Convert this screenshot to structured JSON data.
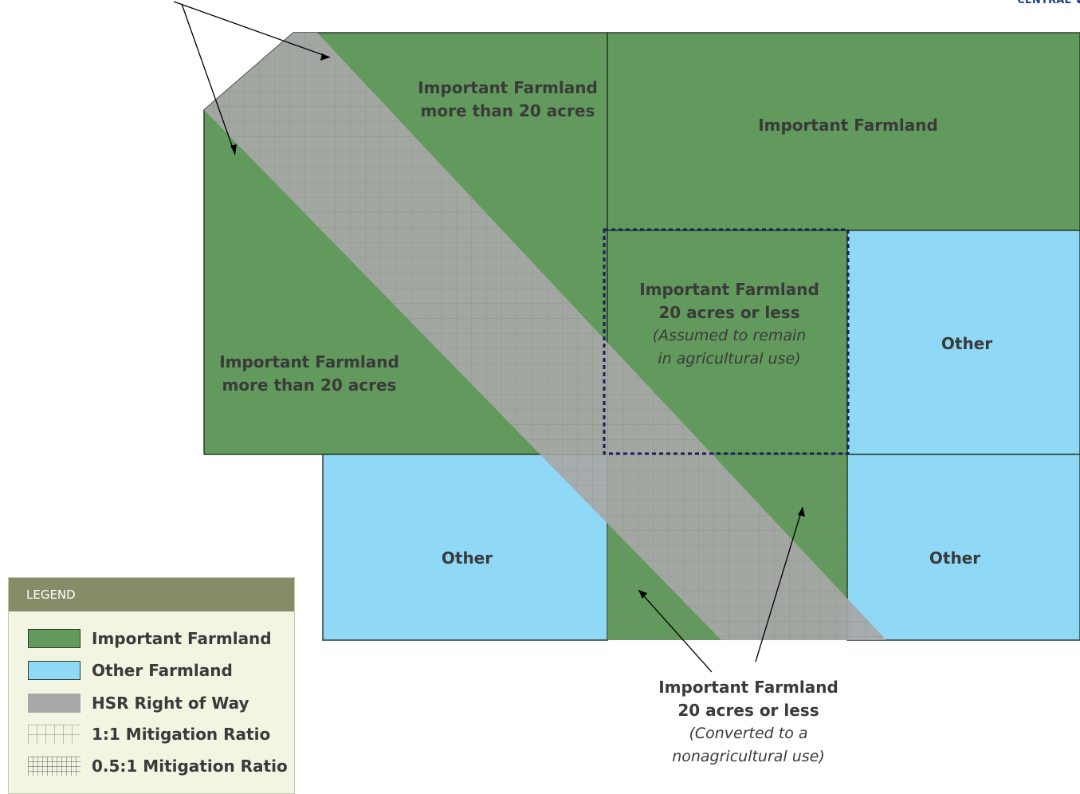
{
  "header": {
    "text": "CENTRAL V"
  },
  "colors": {
    "important_farmland": "#619a5c",
    "other_farmland": "#8fd9f6",
    "hsr_right_of_way": "#a8a8a8",
    "outline": "#2d3b2d",
    "converted_boundary": "#1c1c5a"
  },
  "labels": {
    "farmland_top_center": {
      "line1": "Important Farmland",
      "line2": "more than 20 acres"
    },
    "farmland_top_right": {
      "line1": "Important Farmland"
    },
    "farmland_left": {
      "line1": "Important Farmland",
      "line2": "more than 20 acres"
    },
    "farmland_center": {
      "line1": "Important Farmland",
      "line2": "20 acres or less",
      "line3": "(Assumed to remain",
      "line4": "in agricultural use)"
    },
    "other_right_upper": "Other",
    "other_bottom_left": "Other",
    "other_bottom_right": "Other",
    "callout_bottom": {
      "line1": "Important Farmland",
      "line2": "20 acres or less",
      "line3": "(Converted to a",
      "line4": "nonagricultural use)"
    }
  },
  "legend": {
    "title": "LEGEND",
    "items": [
      {
        "label": "Important Farmland",
        "swatch": "important-farmland"
      },
      {
        "label": "Other Farmland",
        "swatch": "other-farmland"
      },
      {
        "label": "HSR Right of Way",
        "swatch": "hsr-right-of-way"
      },
      {
        "label": "1:1 Mitigation Ratio",
        "swatch": "mitigation-1-1"
      },
      {
        "label": "0.5:1 Mitigation Ratio",
        "swatch": "mitigation-0-5-1"
      }
    ]
  }
}
